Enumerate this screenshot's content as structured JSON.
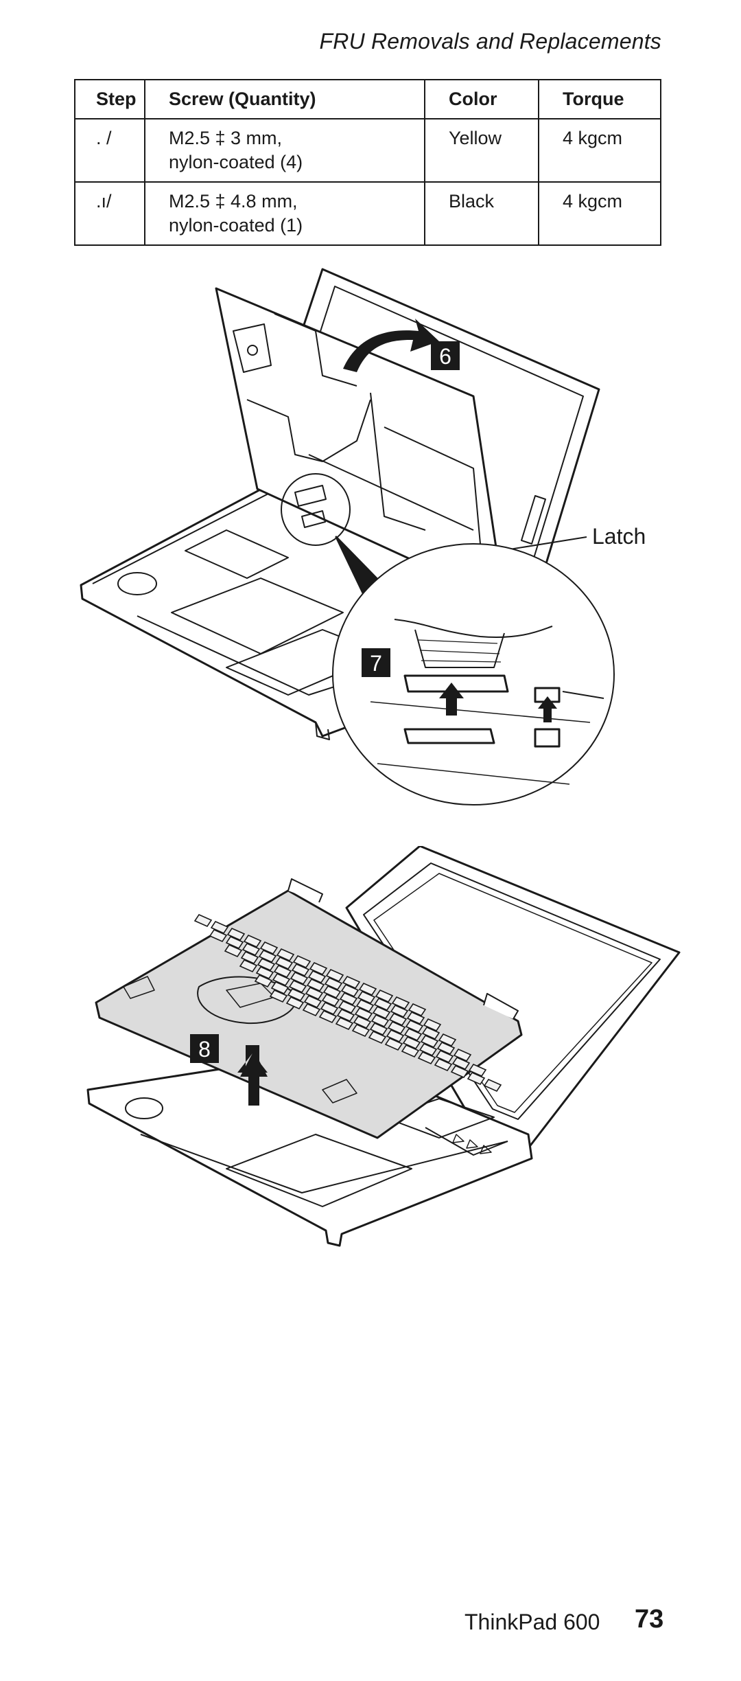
{
  "header": {
    "title": "FRU Removals and Replacements"
  },
  "table": {
    "headers": [
      "Step",
      "Screw (Quantity)",
      "Color",
      "Torque"
    ],
    "rows": [
      {
        "step": ". /",
        "screw_line1": "M2.5 ‡ 3 mm,",
        "screw_line2": "nylon-coated (4)",
        "color": "Yellow",
        "torque": "4 kgcm"
      },
      {
        "step": ".ı/",
        "screw_line1": "M2.5 ‡ 4.8 mm,",
        "screw_line2": "nylon-coated (1)",
        "color": "Black",
        "torque": "4 kgcm"
      }
    ]
  },
  "figure_top": {
    "step_a": "6",
    "step_b": "7",
    "latch_label": "Latch"
  },
  "figure_bottom": {
    "step": "8"
  },
  "footer": {
    "product": "ThinkPad 600",
    "page_number": "73"
  }
}
